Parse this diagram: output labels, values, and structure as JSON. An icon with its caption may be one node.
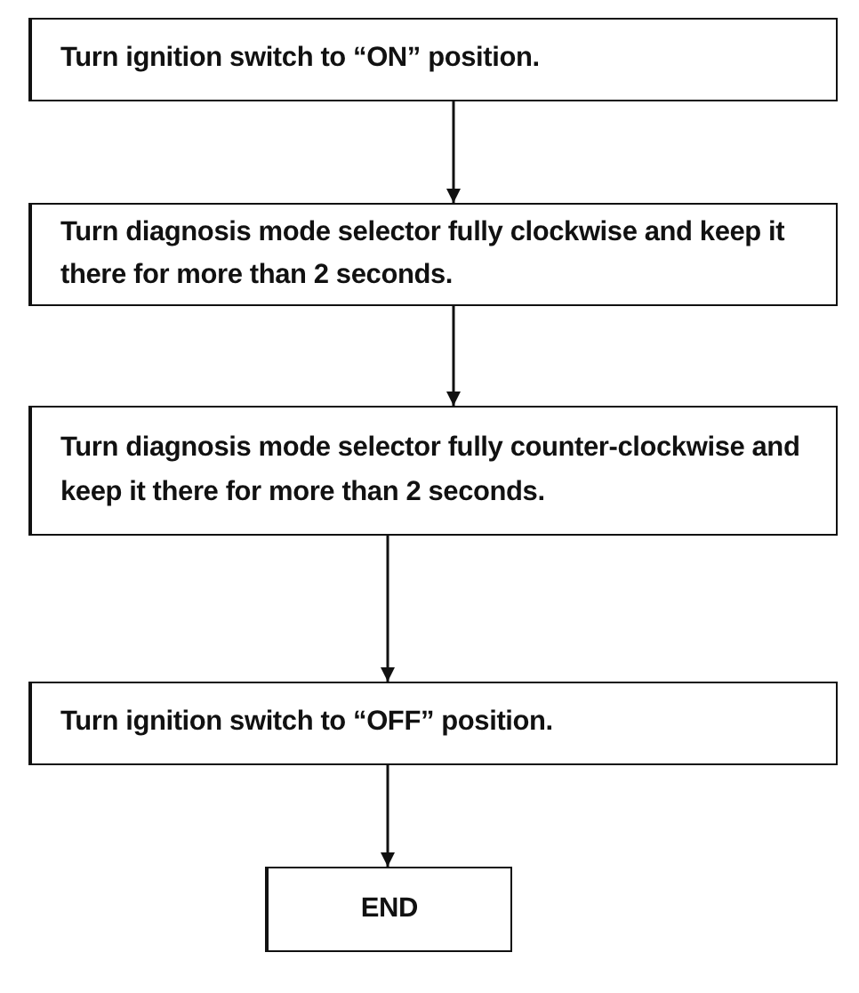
{
  "diagram": {
    "nodes": [
      {
        "text": [
          "Turn ignition switch to “ON” position."
        ]
      },
      {
        "text": [
          "Turn diagnosis mode selector fully clockwise and keep it there for more than 2 seconds."
        ]
      },
      {
        "text": [
          "Turn diagnosis mode selector fully counter-clockwise and keep it there for more than 2 seconds."
        ]
      },
      {
        "text": [
          "Turn ignition switch to “OFF” position."
        ]
      },
      {
        "text": [
          "END"
        ]
      }
    ],
    "edges": [
      {
        "from": 0,
        "to": 1,
        "arrow": "to"
      },
      {
        "from": 1,
        "to": 2,
        "arrow": "to"
      },
      {
        "from": 2,
        "to": 3,
        "arrow": "to"
      },
      {
        "from": 3,
        "to": 4,
        "arrow": "to"
      }
    ]
  }
}
